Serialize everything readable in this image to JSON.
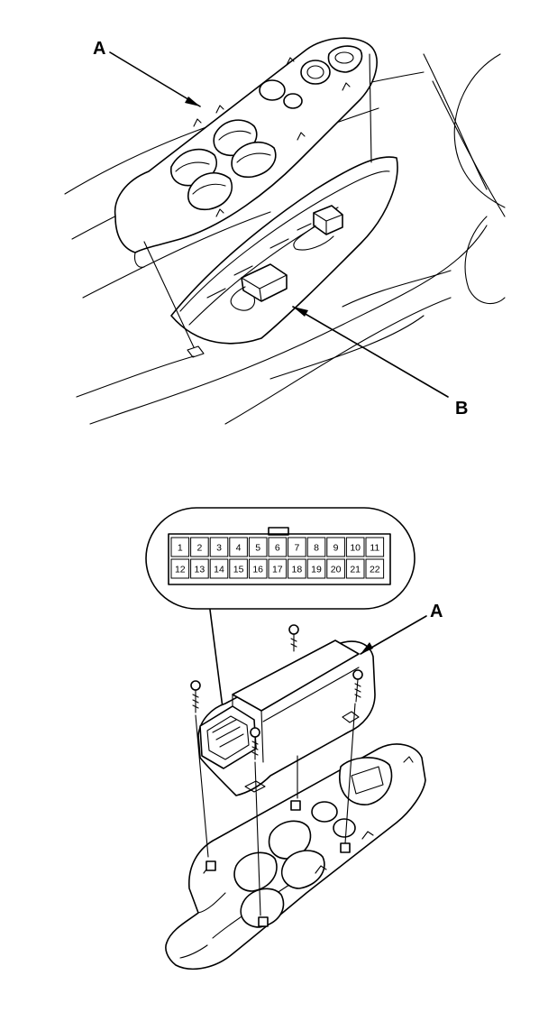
{
  "callouts": {
    "top_a": "A",
    "top_b": "B",
    "bottom_a": "A"
  },
  "connector": {
    "row1": [
      "1",
      "2",
      "3",
      "4",
      "5",
      "6",
      "7",
      "8",
      "9",
      "10",
      "11"
    ],
    "row2": [
      "12",
      "13",
      "14",
      "15",
      "16",
      "17",
      "18",
      "19",
      "20",
      "21",
      "22"
    ]
  }
}
